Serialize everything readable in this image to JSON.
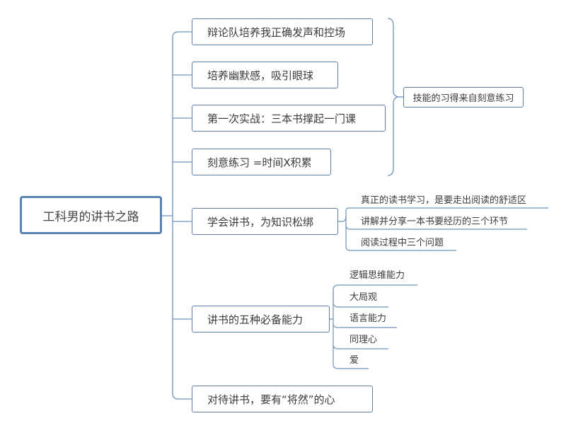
{
  "root": {
    "label": "工科男的讲书之路"
  },
  "branches": [
    {
      "label": "辩论队培养我正确发声和控场"
    },
    {
      "label": "培养幽默感，吸引眼球"
    },
    {
      "label": "第一次实战：三本书撑起一门课"
    },
    {
      "label": "刻意练习 =时间X积累"
    },
    {
      "label": "学会讲书，为知识松绑"
    },
    {
      "label": "讲书的五种必备能力"
    },
    {
      "label": "对待讲书，要有“将然”的心"
    }
  ],
  "group_summary": {
    "label": "技能的习得来自刻意练习"
  },
  "learn_children": [
    {
      "label": "真正的读书学习，是要走出阅读的舒适区"
    },
    {
      "label": "讲解并分享一本书要经历的三个环节"
    },
    {
      "label": "阅读过程中三个问题"
    }
  ],
  "ability_children": [
    {
      "label": "逻辑思维能力"
    },
    {
      "label": "大局观"
    },
    {
      "label": "语言能力"
    },
    {
      "label": "同理心"
    },
    {
      "label": "爱"
    }
  ],
  "colors": {
    "line": "#6f93bd",
    "border": "#5b7fa8",
    "root_border": "#5a82b4"
  }
}
